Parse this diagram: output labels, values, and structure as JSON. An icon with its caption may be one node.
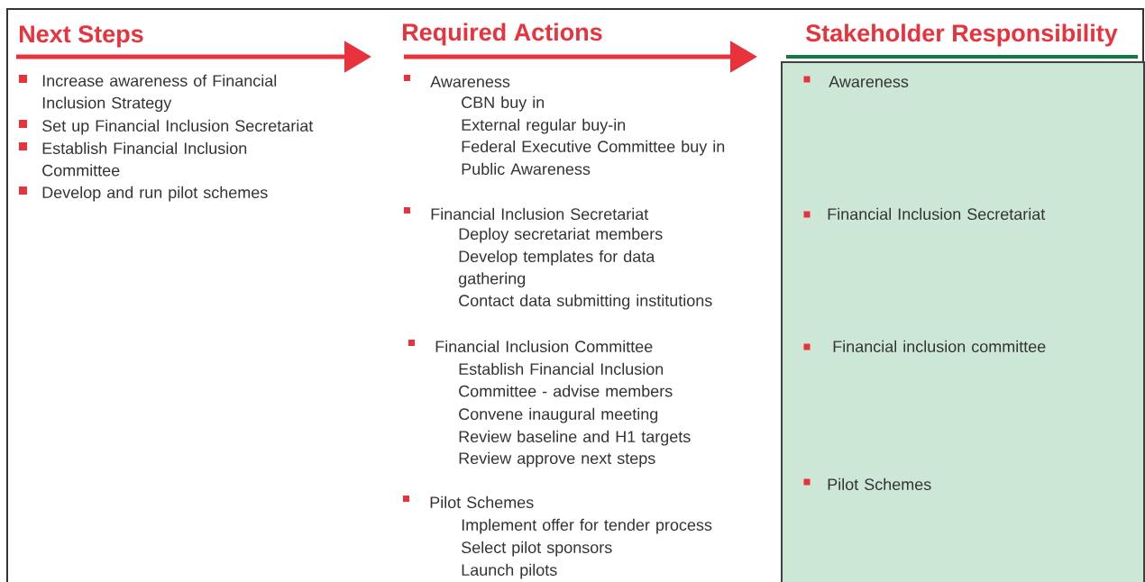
{
  "diagram": {
    "nodes": [
      {
        "text": [
          "Next Steps"
        ]
      },
      {
        "text": [
          "Required Actions"
        ]
      },
      {
        "text": [
          "Stakeholder Responsibility",
          "Awareness",
          "Financial Inclusion Secretariat",
          "Financial inclusion committee",
          "Pilot Schemes"
        ]
      }
    ],
    "edges": [
      {
        "from": 0,
        "to": 1,
        "arrow": "to"
      },
      {
        "from": 1,
        "to": 2,
        "arrow": "to"
      }
    ],
    "labels": [
      "Increase awareness of Financial Inclusion Strategy",
      "Set up Financial Inclusion Secretariat",
      "Establish Financial Inclusion Committee",
      "Develop and run pilot schemes",
      "Awareness",
      "CBN buy in",
      "External regular buy-in",
      "Federal Executive Committee buy in",
      "Public Awareness",
      "Financial Inclusion Secretariat",
      "Deploy secretariat members",
      "Develop templates for data gathering",
      "Contact data submitting institutions",
      "Financial Inclusion Committee",
      "Establish Financial Inclusion Committee - advise members",
      "Convene inaugural meeting",
      "Review baseline and H1 targets",
      "Review approve next steps",
      "Pilot Schemes",
      "Implement offer for tender process",
      "Select pilot sponsors",
      "Launch pilots"
    ]
  }
}
